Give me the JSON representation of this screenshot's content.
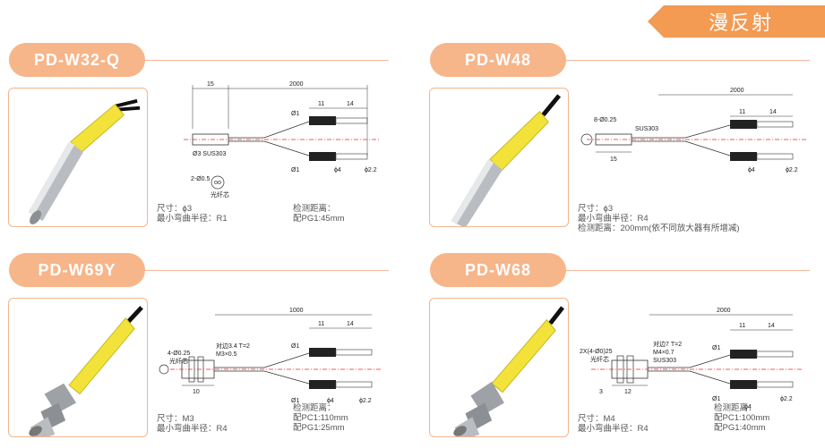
{
  "header": {
    "label": "漫反射"
  },
  "products": [
    {
      "title": "PD-W32-Q",
      "specs": [
        "尺寸：ϕ3",
        "最小弯曲半径：R1"
      ],
      "detection": [
        "检测距离：",
        "配PG1:45mm"
      ],
      "dims": {
        "head_len": "15",
        "cable_len": "2000",
        "split_a": "11",
        "split_b": "14",
        "d1": "Ø1",
        "d4": "ϕ4",
        "d22": "ϕ2.2",
        "body": "Ø3 SUS303",
        "fiber": "2-Ø0.5",
        "fiber_label": "光纤芯"
      }
    },
    {
      "title": "PD-W48",
      "specs": [
        "尺寸：ϕ3",
        "最小弯曲半径：R4",
        "检测距离：200mm(依不同放大器有所增减)"
      ],
      "detection": [],
      "dims": {
        "head_len": "15",
        "cable_len": "2000",
        "split_a": "11",
        "split_b": "14",
        "d4": "ϕ4",
        "d22": "ϕ2.2",
        "fiber": "8-Ø0.25",
        "body": "SUS303"
      }
    },
    {
      "title": "PD-W69Y",
      "specs": [
        "尺寸：M3",
        "最小弯曲半径：R4"
      ],
      "detection": [
        "检测距离：",
        "配PC1:110mm",
        "配PG1:25mm"
      ],
      "dims": {
        "head_len": "10",
        "cable_len": "1000",
        "split_a": "11",
        "split_b": "14",
        "d1": "Ø1",
        "d4": "ϕ4",
        "d22": "ϕ2.2",
        "fiber": "4-Ø0.25",
        "fiber_label": "光纤芯",
        "thread": "M3×0.5",
        "nut": "对边3.4  T=2"
      }
    },
    {
      "title": "PD-W68",
      "specs": [
        "尺寸：M4",
        "最小弯曲半径：R4"
      ],
      "detection": [
        "检测距离：",
        "配PC1:100mm",
        "配PG1:40mm"
      ],
      "dims": {
        "head_len": "12",
        "head_a": "3",
        "cable_len": "2000",
        "split_a": "11",
        "split_b": "14",
        "d1": "Ø1",
        "d4": "ϕ4",
        "d22": "ϕ2.2",
        "fiber": "2X(4-Ø0)25",
        "fiber_label": "光纤芯",
        "thread": "M4×0.7",
        "nut": "对边7  T=2",
        "body": "SUS303"
      }
    }
  ]
}
